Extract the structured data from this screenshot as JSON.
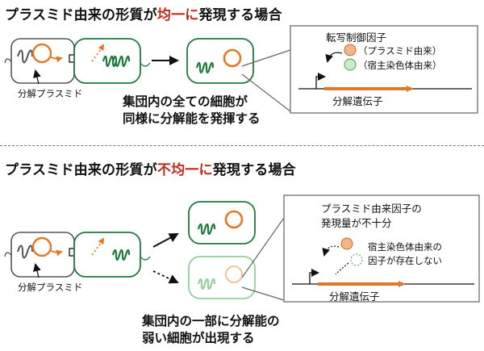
{
  "top": {
    "heading_a": "プラスミド由来の形質が",
    "heading_em": "均一に",
    "heading_b": "発現する場合",
    "plasmid_label": "分解プラスミド",
    "result_text_1": "集団内の全ての細胞が",
    "result_text_2": "同様に分解能を発揮する",
    "inset_title": "転写制御因子",
    "inset_item1": "（プラスミド由来）",
    "inset_item2": "（宿主染色体由来）",
    "gene_label": "分解遺伝子"
  },
  "bottom": {
    "heading_a": "プラスミド由来の形質が",
    "heading_em": "不均一に",
    "heading_b": "発現する場合",
    "plasmid_label": "分解プラスミド",
    "result_text_1": "集団内の一部に分解能の",
    "result_text_2": "弱い細胞が出現する",
    "inset_line1": "プラスミド由来因子の",
    "inset_line2": "発現量が不十分",
    "inset_line3": "宿主染色体由来の",
    "inset_line4": "因子が存在しない",
    "gene_label": "分解遺伝子"
  },
  "colors": {
    "accent": "#c0291a",
    "orange": "#e07828",
    "green": "#1e7a3c",
    "gray": "#666666"
  }
}
